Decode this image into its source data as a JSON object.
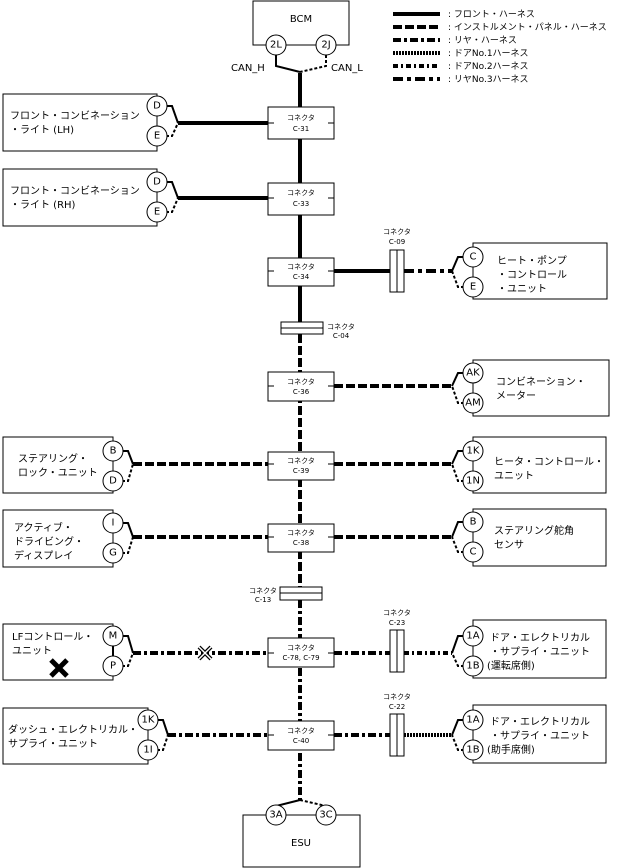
{
  "legend": [
    {
      "style": "front",
      "label": ": フロント・ハーネス"
    },
    {
      "style": "ip",
      "label": ": インストルメント・パネル・ハーネス"
    },
    {
      "style": "rear",
      "label": ": リヤ・ハーネス"
    },
    {
      "style": "d1",
      "label": ": ドアNo.1ハーネス"
    },
    {
      "style": "d2",
      "label": ": ドアNo.2ハーネス"
    },
    {
      "style": "r3",
      "label": ": リヤNo.3ハーネス"
    }
  ],
  "bcm": {
    "name": "BCM",
    "pins": [
      "2L",
      "2J"
    ],
    "can_h": "CAN_H",
    "can_l": "CAN_L"
  },
  "esu": {
    "name": "ESU",
    "pins": [
      "3A",
      "3C"
    ]
  },
  "connector_word": "コネクタ",
  "connectors": {
    "c31": "C-31",
    "c33": "C-33",
    "c34": "C-34",
    "c09": "C-09",
    "c04": "C-04",
    "c36": "C-36",
    "c39": "C-39",
    "c38": "C-38",
    "c13": "C-13",
    "c78": "C-78, C-79",
    "c23": "C-23",
    "c40": "C-40",
    "c22": "C-22"
  },
  "units": {
    "front_lh": {
      "line1": "フロント・コンビネーション",
      "line2": "・ライト (LH)",
      "pins": [
        "D",
        "E"
      ]
    },
    "front_rh": {
      "line1": "フロント・コンビネーション",
      "line2": "・ライト (RH)",
      "pins": [
        "D",
        "E"
      ]
    },
    "heat_pump": {
      "line1": "ヒート・ポンプ",
      "line2": "・コントロール",
      "line3": "・ユニット",
      "pins": [
        "C",
        "E"
      ]
    },
    "combi_meter": {
      "line1": "コンビネーション・",
      "line2": "メーター",
      "pins": [
        "AK",
        "AM"
      ]
    },
    "steer_lock": {
      "line1": "ステアリング・",
      "line2": "ロック・ユニット",
      "pins": [
        "B",
        "D"
      ]
    },
    "heater_ctrl": {
      "line1": "ヒータ・コントロール・",
      "line2": "ユニット",
      "pins": [
        "1K",
        "1N"
      ]
    },
    "adas": {
      "line1": "アクティブ・",
      "line2": "ドライビング・",
      "line3": "ディスプレイ",
      "pins": [
        "I",
        "G"
      ]
    },
    "steer_angle": {
      "line1": "ステアリング舵角",
      "line2": "センサ",
      "pins": [
        "B",
        "C"
      ]
    },
    "lf_ctrl": {
      "line1": "LFコントロール・",
      "line2": "ユニット",
      "pins": [
        "M",
        "P"
      ],
      "status": "error"
    },
    "door_drv": {
      "line1": "ドア・エレクトリカル",
      "line2": "・サプライ・ユニット",
      "line3": "(運転席側)",
      "pins": [
        "1A",
        "1B"
      ]
    },
    "dash_esu": {
      "line1": "ダッシュ・エレクトリカル・",
      "line2": "サプライ・ユニット",
      "pins": [
        "1K",
        "1I"
      ]
    },
    "door_pas": {
      "line1": "ドア・エレクトリカル",
      "line2": "・サプライ・ユニット",
      "line3": "(助手席側)",
      "pins": [
        "1A",
        "1B"
      ]
    }
  }
}
